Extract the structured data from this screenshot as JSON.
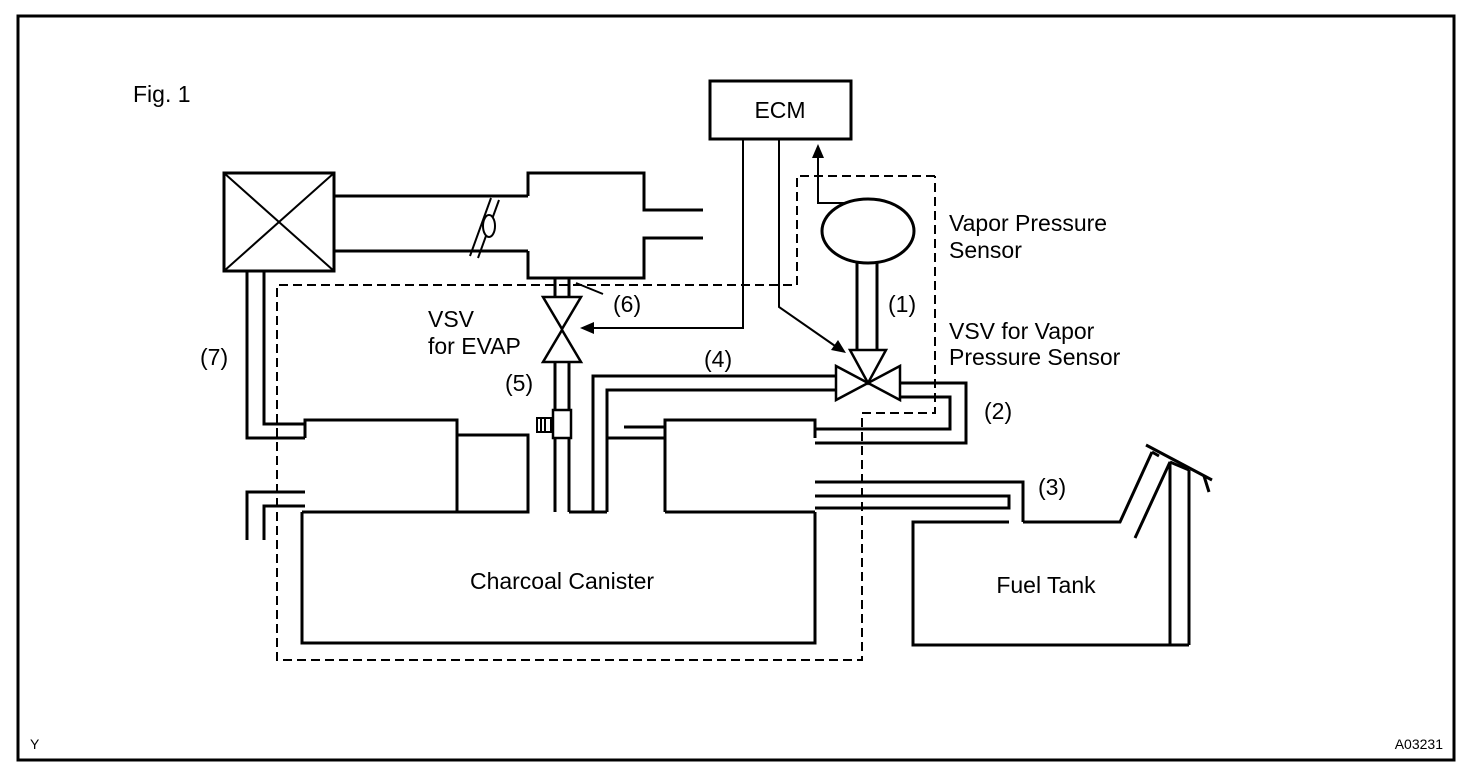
{
  "figure": {
    "label": "Fig. 1",
    "corner_left": "Y",
    "code": "A03231"
  },
  "components": {
    "ecm": "ECM",
    "vapor_sensor_line1": "Vapor Pressure",
    "vapor_sensor_line2": "Sensor",
    "vsv_sensor_line1": "VSV for Vapor",
    "vsv_sensor_line2": "Pressure Sensor",
    "vsv_evap_line1": "VSV",
    "vsv_evap_line2": "for EVAP",
    "canister": "Charcoal Canister",
    "fuel_tank": "Fuel Tank"
  },
  "hose_labels": {
    "h1": "(1)",
    "h2": "(2)",
    "h3": "(3)",
    "h4": "(4)",
    "h5": "(5)",
    "h6": "(6)",
    "h7": "(7)"
  }
}
